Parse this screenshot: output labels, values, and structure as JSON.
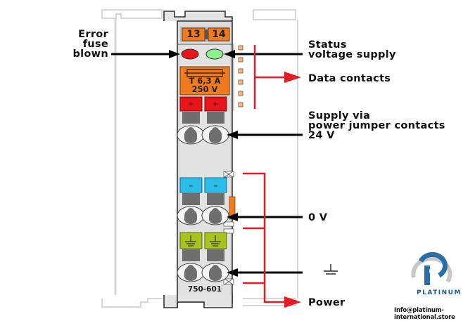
{
  "module": {
    "model_number": "750-601",
    "terminal_labels": [
      "13",
      "14"
    ],
    "fuse_rating": "T 6,3 A",
    "fuse_voltage": "250 V",
    "plus_symbol": "+",
    "minus_symbol": "–"
  },
  "labels": {
    "error_fuse_blown": [
      "Error",
      "fuse",
      "blown"
    ],
    "status_voltage_supply": [
      "Status",
      "voltage supply"
    ],
    "data_contacts": "Data contacts",
    "supply_via_jumper": [
      "Supply via",
      "power jumper contacts",
      "24 V"
    ],
    "zero_volt": "0 V",
    "ground_symbol": "⏚",
    "power": "Power"
  },
  "colors": {
    "fuse_led": "#e8161b",
    "status_led": "#8ef08e",
    "orange": "#f07a1e",
    "red_block": "#e8161b",
    "blue_block": "#29bde8",
    "green_block": "#a8c21e",
    "arrow_red": "#e31b23",
    "arrow_black": "#000000",
    "brand_blue": "#1e5b8a"
  },
  "branding": {
    "name": "PLATINUM",
    "email": "Info@platinum-international.store"
  }
}
